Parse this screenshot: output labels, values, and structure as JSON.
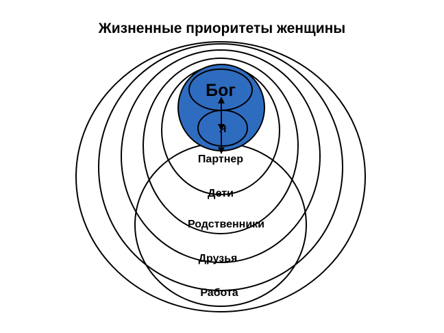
{
  "title": "Жизненные приоритеты женщины",
  "colors": {
    "god_fill": "#2e6cc0",
    "outline": "#000000",
    "background": "#ffffff"
  },
  "nodes": {
    "god": "Бог",
    "self": "Я",
    "partner": "Партнер",
    "children": "Дети",
    "relatives": "Родственники",
    "friends": "Друзья",
    "work": "Работа"
  }
}
